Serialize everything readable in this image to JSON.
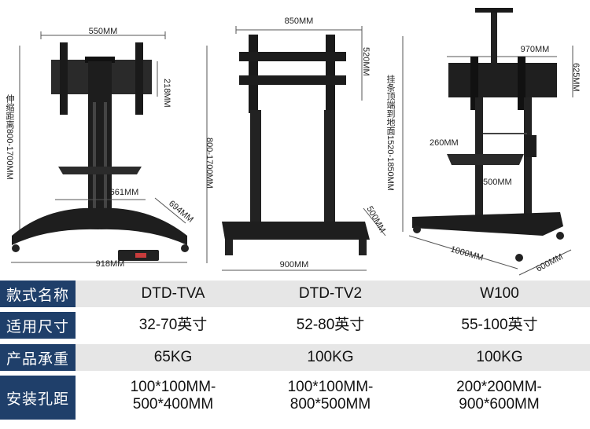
{
  "diagram": {
    "p1": {
      "width": "550MM",
      "height": "218MM",
      "span": "伸缩距离800-1700MM",
      "tray": "661MM",
      "depth": "694MM",
      "base": "918MM"
    },
    "p2": {
      "width": "850MM",
      "height": "520MM",
      "span": "800-1700MM",
      "depth": "500MM",
      "base": "900MM"
    },
    "p3": {
      "width": "970MM",
      "height": "625MM",
      "span": "挂条顶端到地面1520-1850MM",
      "tray_w": "260MM",
      "tray_d": "500MM",
      "base_w": "1000MM",
      "base_d": "600MM"
    }
  },
  "table": {
    "rows": [
      {
        "label": "款式名称",
        "values": [
          "DTD-TVA",
          "DTD-TV2",
          "W100"
        ]
      },
      {
        "label": "适用尺寸",
        "values": [
          "32-70英寸",
          "52-80英寸",
          "55-100英寸"
        ]
      },
      {
        "label": "产品承重",
        "values": [
          "65KG",
          "100KG",
          "100KG"
        ]
      },
      {
        "label": "安装孔距",
        "values": [
          "100*100MM-\n500*400MM",
          "100*100MM-\n800*500MM",
          "200*200MM-\n900*600MM"
        ]
      }
    ]
  },
  "colors": {
    "header_bg": "#1f3f6a",
    "band_bg": "#e6e6e6",
    "product": "#1a1a1a"
  }
}
